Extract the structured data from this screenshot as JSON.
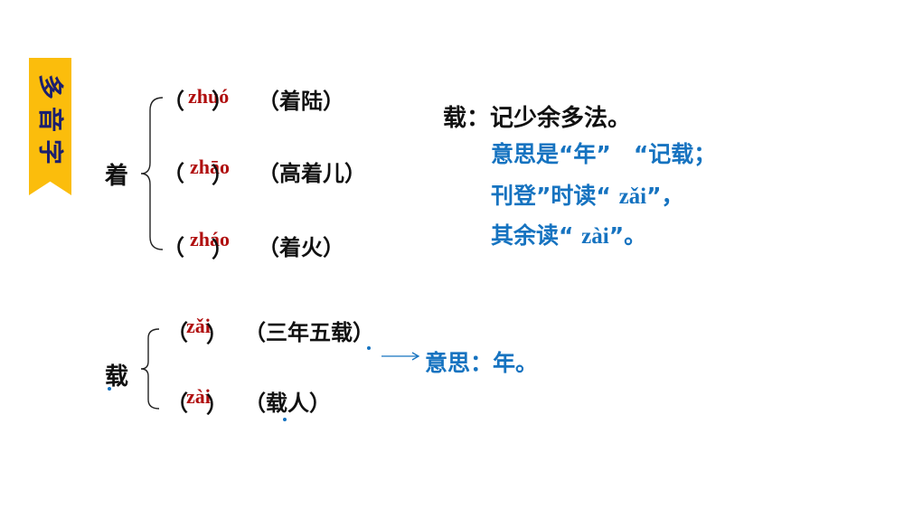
{
  "banner": {
    "title": "多音字",
    "chars": [
      "多",
      "音",
      "字"
    ],
    "bg_color": "#fbbd0c",
    "text_color": "#1b1f6e"
  },
  "zhuo": {
    "char": "着",
    "items": [
      {
        "pinyin": "zhuó",
        "word": "（着陆）"
      },
      {
        "pinyin": "zhāo",
        "word": "（高着儿）"
      },
      {
        "pinyin": "zháo",
        "word": "（着火）"
      }
    ]
  },
  "zai": {
    "char": "载",
    "items": [
      {
        "pinyin": "zǎi",
        "word": "（三年五载）"
      },
      {
        "pinyin": "zài",
        "word": "（载人）"
      }
    ],
    "arrow_note": "意思：年。"
  },
  "tip": {
    "title": "载：记少余多法。",
    "lines": [
      "意思是“年”　“记载；",
      "刊登”时读“ zǎi”，",
      "其余读“ zài”。"
    ],
    "line2_parts": [
      "刊登”时读“ ",
      "zǎi",
      "”，"
    ],
    "line3_parts": [
      "其余读“ ",
      "zài",
      "”。"
    ]
  },
  "paren_open": "（",
  "paren_close": "）",
  "colors": {
    "pinyin": "#b00f0f",
    "note": "#1673c0",
    "text": "#111111"
  }
}
